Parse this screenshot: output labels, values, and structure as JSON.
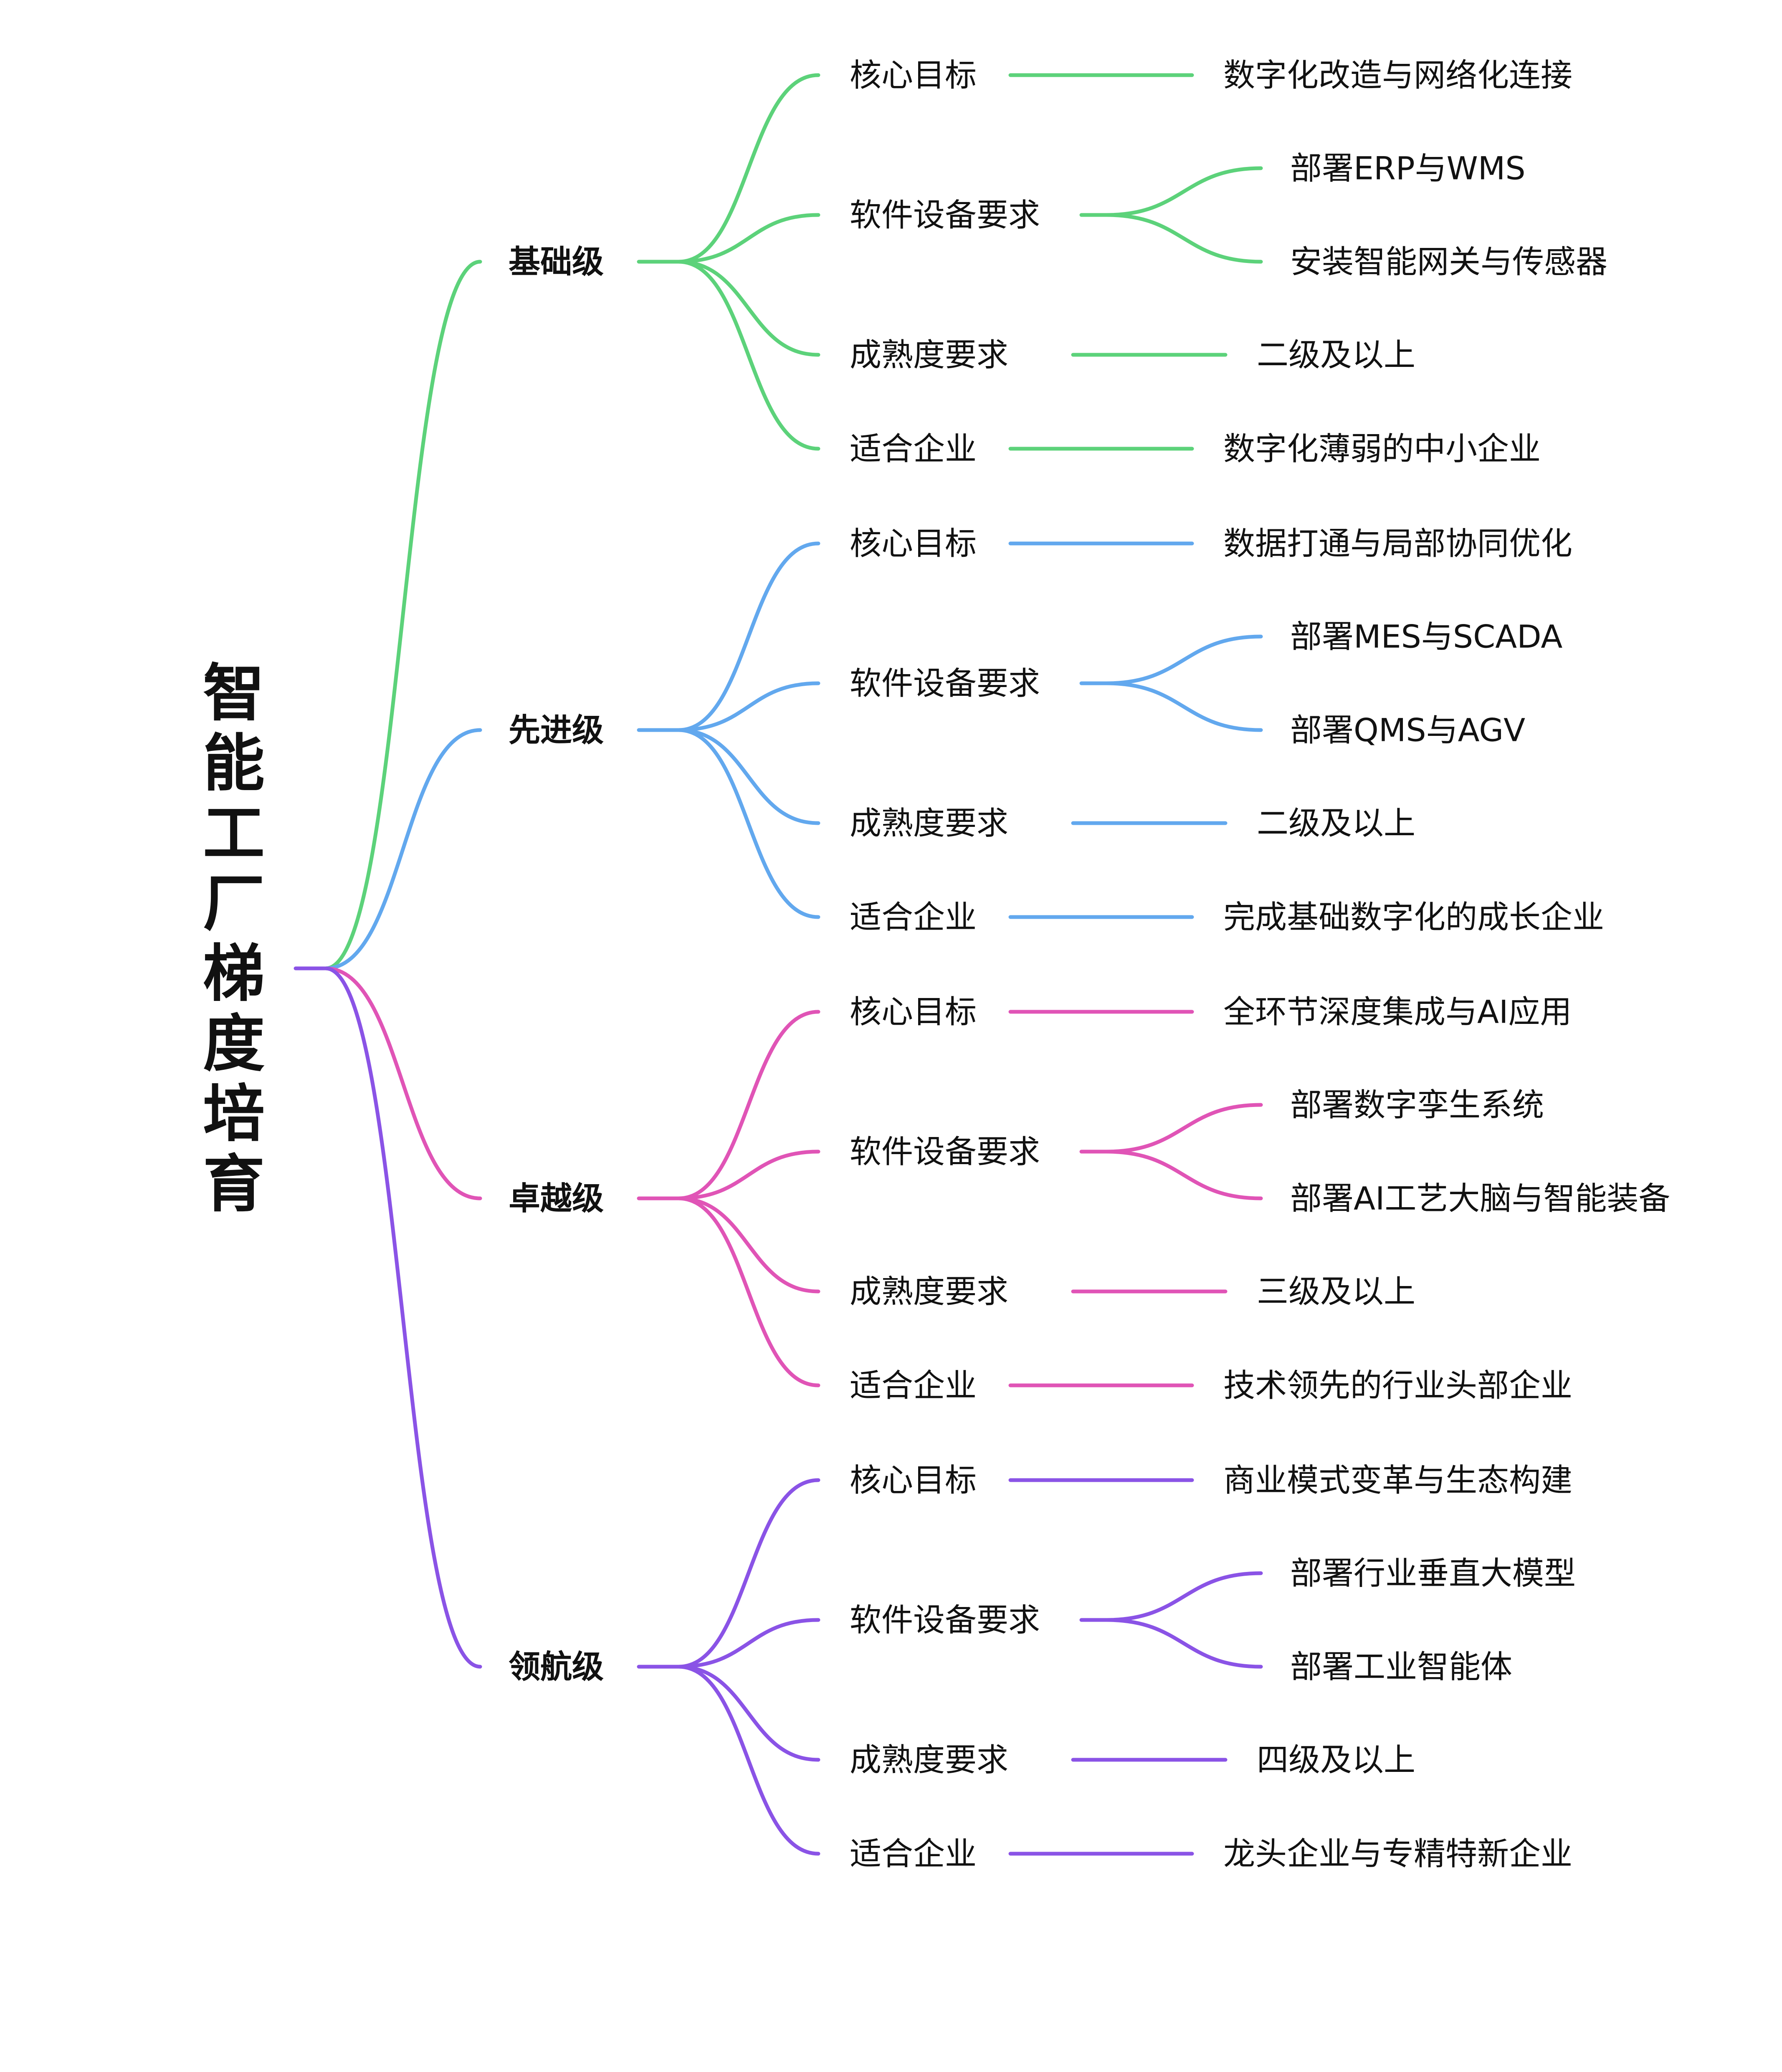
{
  "root": "智能工厂梯度培育",
  "levels": [
    {
      "name": "基础级",
      "color": "#5cd27a",
      "items": [
        {
          "label": "核心目标",
          "values": [
            "数字化改造与网络化连接"
          ]
        },
        {
          "label": "软件设备要求",
          "values": [
            "部署ERP与WMS",
            "安装智能网关与传感器"
          ]
        },
        {
          "label": "成熟度要求",
          "values": [
            "二级及以上"
          ]
        },
        {
          "label": "适合企业",
          "values": [
            "数字化薄弱的中小企业"
          ]
        }
      ]
    },
    {
      "name": "先进级",
      "color": "#62a8ee",
      "items": [
        {
          "label": "核心目标",
          "values": [
            "数据打通与局部协同优化"
          ]
        },
        {
          "label": "软件设备要求",
          "values": [
            "部署MES与SCADA",
            "部署QMS与AGV"
          ]
        },
        {
          "label": "成熟度要求",
          "values": [
            "二级及以上"
          ]
        },
        {
          "label": "适合企业",
          "values": [
            "完成基础数字化的成长企业"
          ]
        }
      ]
    },
    {
      "name": "卓越级",
      "color": "#e054b6",
      "items": [
        {
          "label": "核心目标",
          "values": [
            "全环节深度集成与AI应用"
          ]
        },
        {
          "label": "软件设备要求",
          "values": [
            "部署数字孪生系统",
            "部署AI工艺大脑与智能装备"
          ]
        },
        {
          "label": "成熟度要求",
          "values": [
            "三级及以上"
          ]
        },
        {
          "label": "适合企业",
          "values": [
            "技术领先的行业头部企业"
          ]
        }
      ]
    },
    {
      "name": "领航级",
      "color": "#8a53e6",
      "items": [
        {
          "label": "核心目标",
          "values": [
            "商业模式变革与生态构建"
          ]
        },
        {
          "label": "软件设备要求",
          "values": [
            "部署行业垂直大模型",
            "部署工业智能体"
          ]
        },
        {
          "label": "成熟度要求",
          "values": [
            "四级及以上"
          ]
        },
        {
          "label": "适合企业",
          "values": [
            "龙头企业与专精特新企业"
          ]
        }
      ]
    }
  ]
}
